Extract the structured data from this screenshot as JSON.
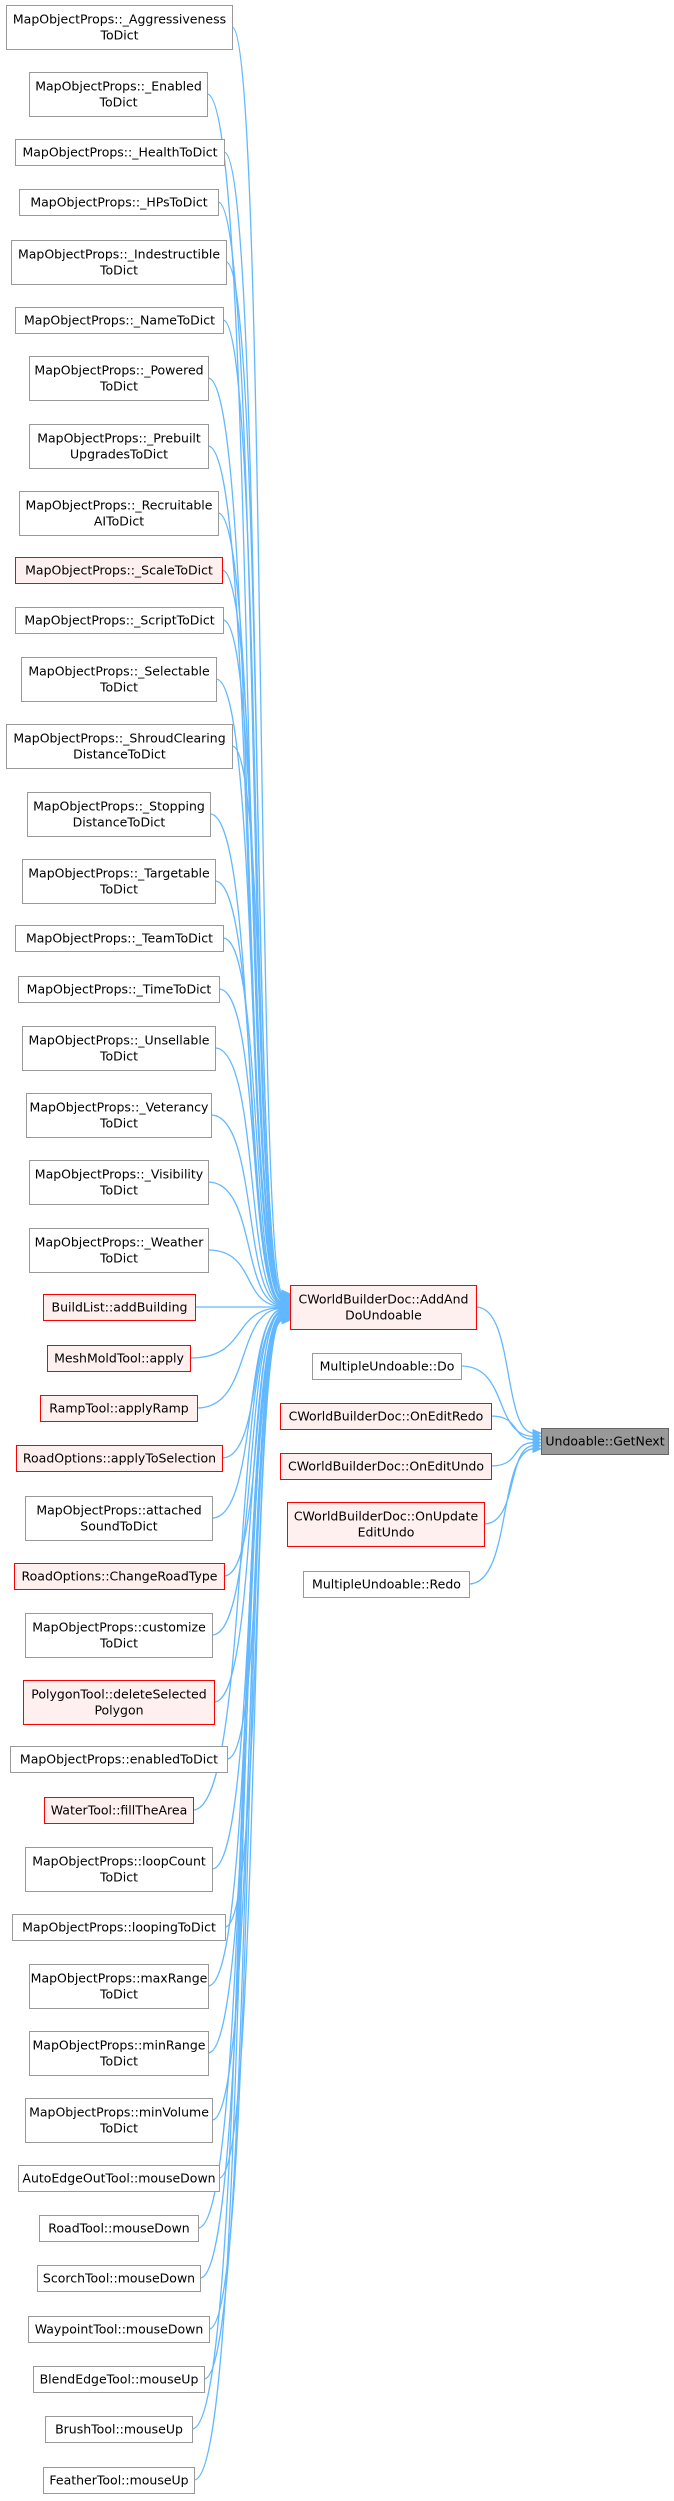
{
  "target": {
    "id": "target",
    "lines": [
      "Undoable::GetNext"
    ],
    "style": "target"
  },
  "middle": [
    {
      "id": "m0",
      "lines": [
        "CWorldBuilderDoc::AddAnd",
        "DoUndoable"
      ],
      "style": "red"
    },
    {
      "id": "m1",
      "lines": [
        "MultipleUndoable::Do"
      ],
      "style": "gray"
    },
    {
      "id": "m2",
      "lines": [
        "CWorldBuilderDoc::OnEditRedo"
      ],
      "style": "red"
    },
    {
      "id": "m3",
      "lines": [
        "CWorldBuilderDoc::OnEditUndo"
      ],
      "style": "red"
    },
    {
      "id": "m4",
      "lines": [
        "CWorldBuilderDoc::OnUpdate",
        "EditUndo"
      ],
      "style": "red"
    },
    {
      "id": "m5",
      "lines": [
        "MultipleUndoable::Redo"
      ],
      "style": "gray"
    }
  ],
  "callers": [
    {
      "id": "c0",
      "lines": [
        "MapObjectProps::_Aggressiveness",
        "ToDict"
      ],
      "style": "gray"
    },
    {
      "id": "c1",
      "lines": [
        "MapObjectProps::_Enabled",
        "ToDict"
      ],
      "style": "gray"
    },
    {
      "id": "c2",
      "lines": [
        "MapObjectProps::_HealthToDict"
      ],
      "style": "gray"
    },
    {
      "id": "c3",
      "lines": [
        "MapObjectProps::_HPsToDict"
      ],
      "style": "gray"
    },
    {
      "id": "c4",
      "lines": [
        "MapObjectProps::_Indestructible",
        "ToDict"
      ],
      "style": "gray"
    },
    {
      "id": "c5",
      "lines": [
        "MapObjectProps::_NameToDict"
      ],
      "style": "gray"
    },
    {
      "id": "c6",
      "lines": [
        "MapObjectProps::_Powered",
        "ToDict"
      ],
      "style": "gray"
    },
    {
      "id": "c7",
      "lines": [
        "MapObjectProps::_Prebuilt",
        "UpgradesToDict"
      ],
      "style": "gray"
    },
    {
      "id": "c8",
      "lines": [
        "MapObjectProps::_Recruitable",
        "AIToDict"
      ],
      "style": "gray"
    },
    {
      "id": "c9",
      "lines": [
        "MapObjectProps::_ScaleToDict"
      ],
      "style": "red"
    },
    {
      "id": "c10",
      "lines": [
        "MapObjectProps::_ScriptToDict"
      ],
      "style": "gray"
    },
    {
      "id": "c11",
      "lines": [
        "MapObjectProps::_Selectable",
        "ToDict"
      ],
      "style": "gray"
    },
    {
      "id": "c12",
      "lines": [
        "MapObjectProps::_ShroudClearing",
        "DistanceToDict"
      ],
      "style": "gray"
    },
    {
      "id": "c13",
      "lines": [
        "MapObjectProps::_Stopping",
        "DistanceToDict"
      ],
      "style": "gray"
    },
    {
      "id": "c14",
      "lines": [
        "MapObjectProps::_Targetable",
        "ToDict"
      ],
      "style": "gray"
    },
    {
      "id": "c15",
      "lines": [
        "MapObjectProps::_TeamToDict"
      ],
      "style": "gray"
    },
    {
      "id": "c16",
      "lines": [
        "MapObjectProps::_TimeToDict"
      ],
      "style": "gray"
    },
    {
      "id": "c17",
      "lines": [
        "MapObjectProps::_Unsellable",
        "ToDict"
      ],
      "style": "gray"
    },
    {
      "id": "c18",
      "lines": [
        "MapObjectProps::_Veterancy",
        "ToDict"
      ],
      "style": "gray"
    },
    {
      "id": "c19",
      "lines": [
        "MapObjectProps::_Visibility",
        "ToDict"
      ],
      "style": "gray"
    },
    {
      "id": "c20",
      "lines": [
        "MapObjectProps::_Weather",
        "ToDict"
      ],
      "style": "gray"
    },
    {
      "id": "c21",
      "lines": [
        "BuildList::addBuilding"
      ],
      "style": "red"
    },
    {
      "id": "c22",
      "lines": [
        "MeshMoldTool::apply"
      ],
      "style": "red"
    },
    {
      "id": "c23",
      "lines": [
        "RampTool::applyRamp"
      ],
      "style": "red"
    },
    {
      "id": "c24",
      "lines": [
        "RoadOptions::applyToSelection"
      ],
      "style": "red"
    },
    {
      "id": "c25",
      "lines": [
        "MapObjectProps::attached",
        "SoundToDict"
      ],
      "style": "gray"
    },
    {
      "id": "c26",
      "lines": [
        "RoadOptions::ChangeRoadType"
      ],
      "style": "red"
    },
    {
      "id": "c27",
      "lines": [
        "MapObjectProps::customize",
        "ToDict"
      ],
      "style": "gray"
    },
    {
      "id": "c28",
      "lines": [
        "PolygonTool::deleteSelected",
        "Polygon"
      ],
      "style": "red"
    },
    {
      "id": "c29",
      "lines": [
        "MapObjectProps::enabledToDict"
      ],
      "style": "gray"
    },
    {
      "id": "c30",
      "lines": [
        "WaterTool::fillTheArea"
      ],
      "style": "red"
    },
    {
      "id": "c31",
      "lines": [
        "MapObjectProps::loopCount",
        "ToDict"
      ],
      "style": "gray"
    },
    {
      "id": "c32",
      "lines": [
        "MapObjectProps::loopingToDict"
      ],
      "style": "gray"
    },
    {
      "id": "c33",
      "lines": [
        "MapObjectProps::maxRange",
        "ToDict"
      ],
      "style": "gray"
    },
    {
      "id": "c34",
      "lines": [
        "MapObjectProps::minRange",
        "ToDict"
      ],
      "style": "gray"
    },
    {
      "id": "c35",
      "lines": [
        "MapObjectProps::minVolume",
        "ToDict"
      ],
      "style": "gray"
    },
    {
      "id": "c36",
      "lines": [
        "AutoEdgeOutTool::mouseDown"
      ],
      "style": "gray"
    },
    {
      "id": "c37",
      "lines": [
        "RoadTool::mouseDown"
      ],
      "style": "gray"
    },
    {
      "id": "c38",
      "lines": [
        "ScorchTool::mouseDown"
      ],
      "style": "gray"
    },
    {
      "id": "c39",
      "lines": [
        "WaypointTool::mouseDown"
      ],
      "style": "gray"
    },
    {
      "id": "c40",
      "lines": [
        "BlendEdgeTool::mouseUp"
      ],
      "style": "gray"
    },
    {
      "id": "c41",
      "lines": [
        "BrushTool::mouseUp"
      ],
      "style": "gray"
    },
    {
      "id": "c42",
      "lines": [
        "FeatherTool::mouseUp"
      ],
      "style": "gray"
    }
  ],
  "edges_into_target": [
    "m0",
    "m1",
    "m2",
    "m3",
    "m4",
    "m5"
  ],
  "edges_into_m0": [
    "c0",
    "c1",
    "c2",
    "c3",
    "c4",
    "c5",
    "c6",
    "c7",
    "c8",
    "c9",
    "c10",
    "c11",
    "c12",
    "c13",
    "c14",
    "c15",
    "c16",
    "c17",
    "c18",
    "c19",
    "c20",
    "c21",
    "c22",
    "c23",
    "c24",
    "c25",
    "c26",
    "c27",
    "c28",
    "c29",
    "c30",
    "c31",
    "c32",
    "c33",
    "c34",
    "c35",
    "c36",
    "c37",
    "c38",
    "c39",
    "c40",
    "c41",
    "c42"
  ],
  "colors": {
    "edge": "#63b8ff",
    "gray_border": "#999999",
    "gray_fill": "#ffffff",
    "red_border": "#ff0000",
    "red_fill": "#fff0f0",
    "target_border": "#666666",
    "target_fill": "#999999"
  }
}
